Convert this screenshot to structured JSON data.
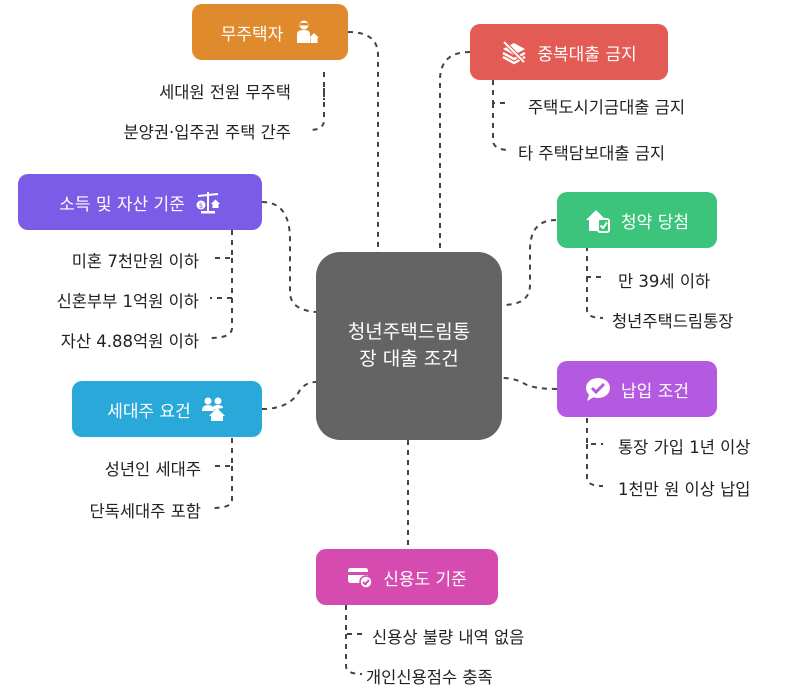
{
  "center": {
    "title": "청년주택드림통장 대출 조건"
  },
  "colors": {
    "orange": "#e08a2e",
    "red": "#e35b55",
    "green": "#3cc47c",
    "purple": "#7a5ce6",
    "violet": "#b45ae0",
    "blue": "#29a9d9",
    "pink": "#d64bb0",
    "center": "#646464"
  },
  "branches": {
    "homeless": {
      "label": "무주택자",
      "icon": "person-house-icon",
      "items": [
        "세대원 전원 무주택",
        "분양권·입주권 주택 간주"
      ]
    },
    "no_duplicate": {
      "label": "중복대출 금지",
      "icon": "stacked-layers-slash-icon",
      "items": [
        "주택도시기금대출 금지",
        "타 주택담보대출 금지"
      ]
    },
    "income": {
      "label": "소득 및 자산 기준",
      "icon": "scale-money-house-icon",
      "items": [
        "미혼 7천만원 이하",
        "신혼부부 1억원 이하",
        "자산 4.88억원 이하"
      ]
    },
    "subscription": {
      "label": "청약 당첨",
      "icon": "house-check-icon",
      "items": [
        "만 39세 이하",
        "청년주택드림통장"
      ]
    },
    "householder": {
      "label": "세대주 요건",
      "icon": "people-house-icon",
      "items": [
        "성년인 세대주",
        "단독세대주 포함"
      ]
    },
    "payment": {
      "label": "납입 조건",
      "icon": "check-bubble-icon",
      "items": [
        "통장 가입 1년 이상",
        "1천만 원 이상 납입"
      ]
    },
    "credit": {
      "label": "신용도 기준",
      "icon": "card-check-icon",
      "items": [
        "신용상 불량 내역 없음",
        "개인신용점수 충족"
      ]
    }
  }
}
